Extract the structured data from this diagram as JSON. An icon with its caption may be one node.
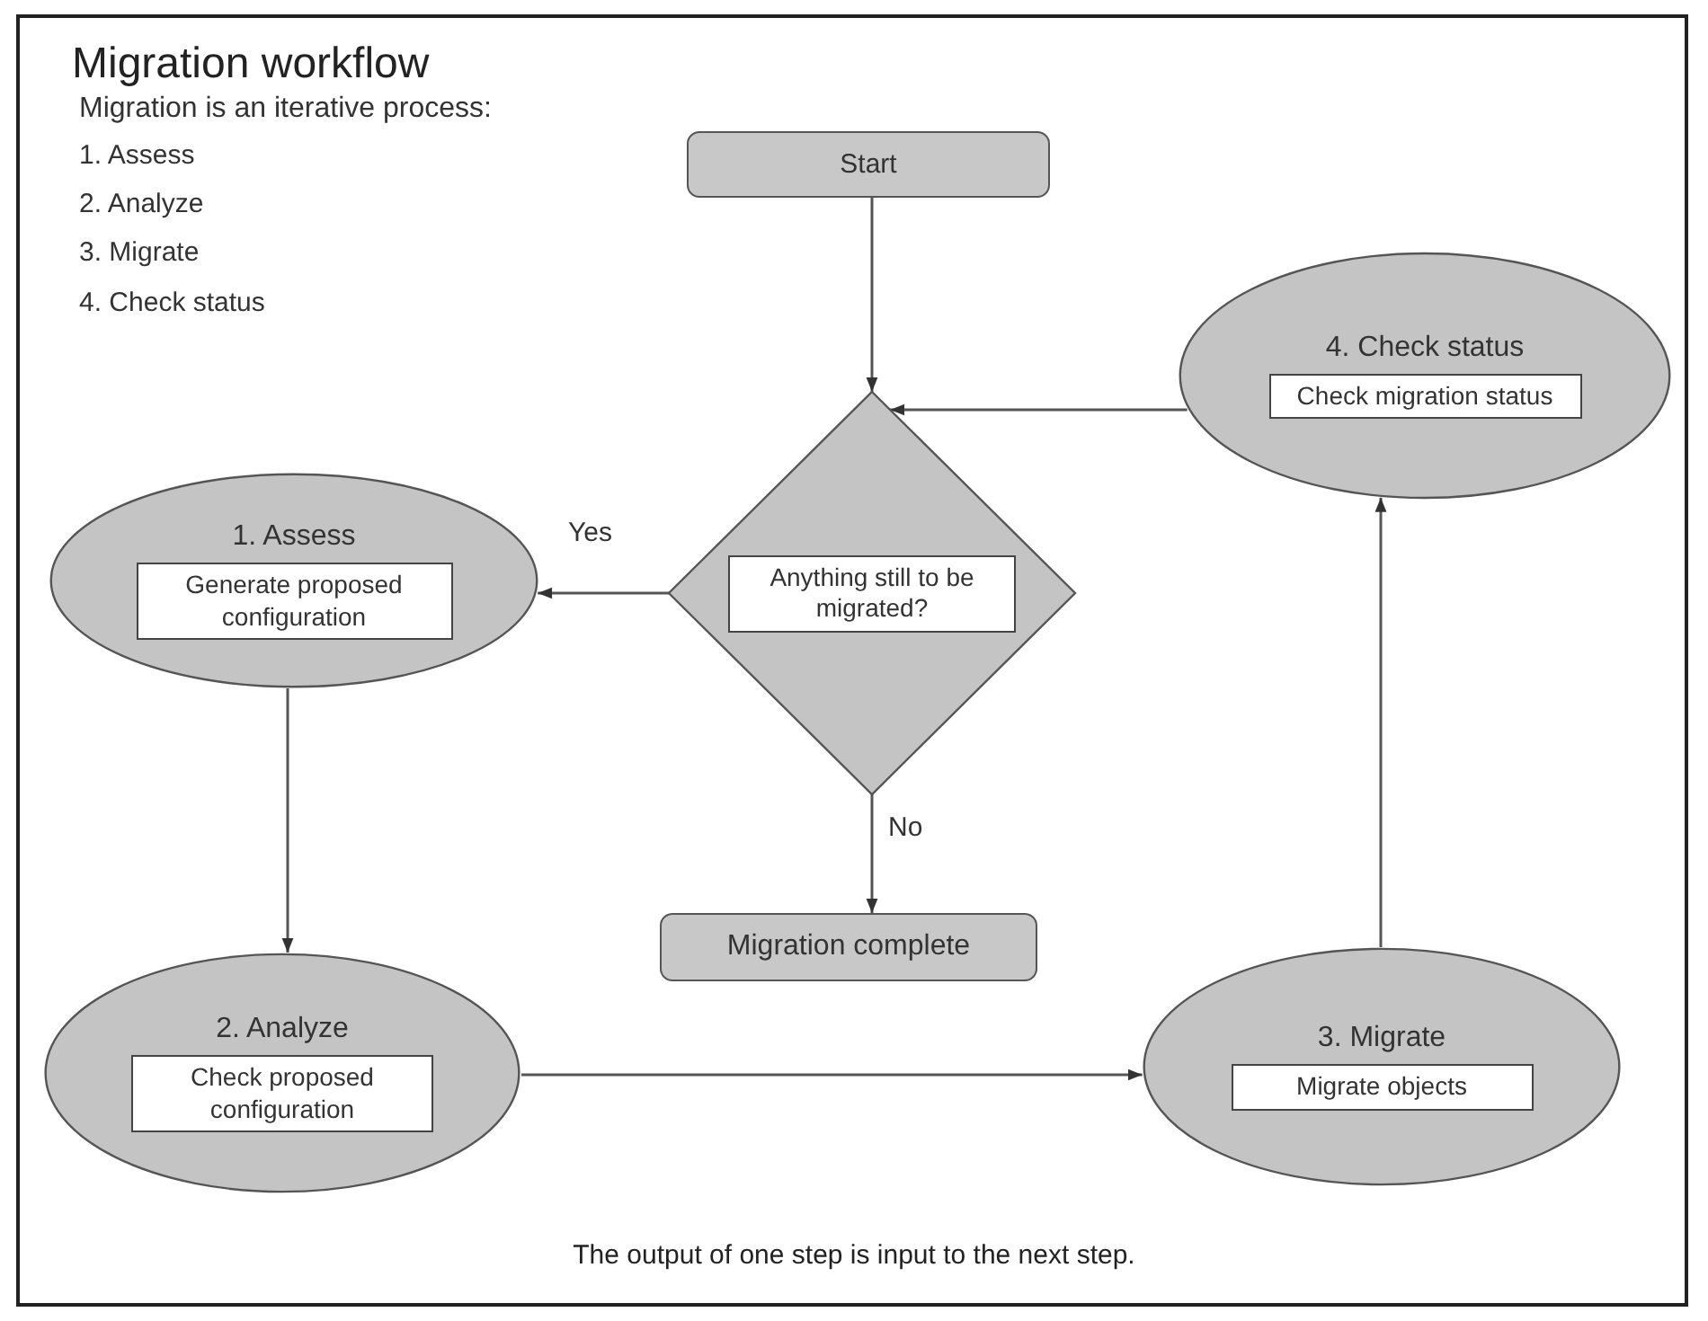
{
  "diagram": {
    "title": "Migration workflow",
    "caption": "The output of one step is input to the next step.",
    "nodes": [
      {
        "text": [
          "Start"
        ]
      },
      {
        "text": [
          "Anything still to be migrated?"
        ]
      },
      {
        "text": [
          "1. Assess",
          "Generate proposed configuration"
        ]
      },
      {
        "text": [
          "2. Analyze",
          "Check proposed configuration"
        ]
      },
      {
        "text": [
          "3. Migrate",
          "Migrate objects"
        ]
      },
      {
        "text": [
          "4. Check status",
          "Check migration status"
        ]
      },
      {
        "text": [
          "Migration complete"
        ]
      }
    ],
    "edges": [
      {
        "from": 0,
        "to": 1,
        "arrow": "to"
      },
      {
        "from": 5,
        "to": 1,
        "arrow": "to"
      },
      {
        "from": 1,
        "to": 2,
        "arrow": "to",
        "label": "Yes"
      },
      {
        "from": 2,
        "to": 3,
        "arrow": "to"
      },
      {
        "from": 3,
        "to": 4,
        "arrow": "to"
      },
      {
        "from": 4,
        "to": 5,
        "arrow": "to"
      },
      {
        "from": 1,
        "to": 6,
        "arrow": "to",
        "label": "No"
      }
    ],
    "labels": [
      "Migration is an iterative process:",
      "1.  Assess",
      "2.  Analyze",
      "3.  Migrate",
      "4.  Check status"
    ]
  }
}
